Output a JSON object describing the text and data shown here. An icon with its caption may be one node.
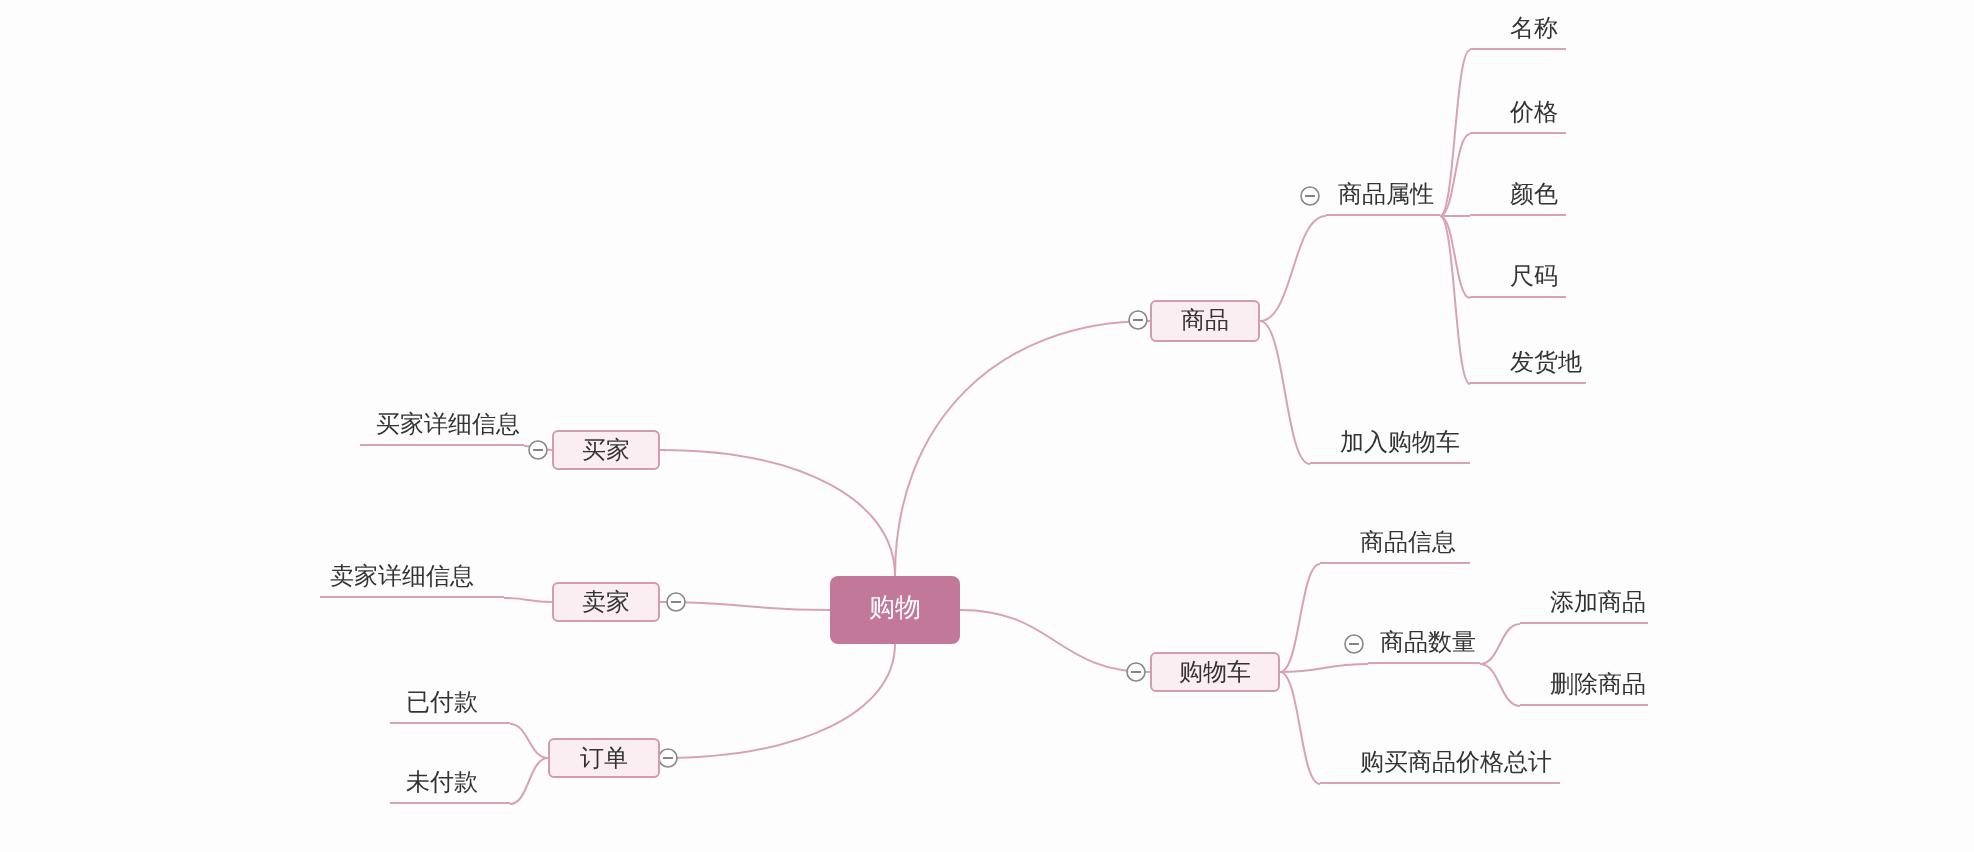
{
  "diagram": {
    "nodes": [
      {
        "text": [
          "购物"
        ]
      },
      {
        "text": [
          "商品"
        ]
      },
      {
        "text": [
          "商品属性"
        ]
      },
      {
        "text": [
          "名称"
        ]
      },
      {
        "text": [
          "价格"
        ]
      },
      {
        "text": [
          "颜色"
        ]
      },
      {
        "text": [
          "尺码"
        ]
      },
      {
        "text": [
          "发货地"
        ]
      },
      {
        "text": [
          "加入购物车"
        ]
      },
      {
        "text": [
          "购物车"
        ]
      },
      {
        "text": [
          "商品信息"
        ]
      },
      {
        "text": [
          "商品数量"
        ]
      },
      {
        "text": [
          "添加商品"
        ]
      },
      {
        "text": [
          "删除商品"
        ]
      },
      {
        "text": [
          "购买商品价格总计"
        ]
      },
      {
        "text": [
          "买家"
        ]
      },
      {
        "text": [
          "买家详细信息"
        ]
      },
      {
        "text": [
          "卖家"
        ]
      },
      {
        "text": [
          "卖家详细信息"
        ]
      },
      {
        "text": [
          "订单"
        ]
      },
      {
        "text": [
          "已付款"
        ]
      },
      {
        "text": [
          "未付款"
        ]
      }
    ],
    "edges": [
      {
        "from": 0,
        "to": 1,
        "arrow": "none"
      },
      {
        "from": 1,
        "to": 2,
        "arrow": "none"
      },
      {
        "from": 2,
        "to": 3,
        "arrow": "none"
      },
      {
        "from": 2,
        "to": 4,
        "arrow": "none"
      },
      {
        "from": 2,
        "to": 5,
        "arrow": "none"
      },
      {
        "from": 2,
        "to": 6,
        "arrow": "none"
      },
      {
        "from": 2,
        "to": 7,
        "arrow": "none"
      },
      {
        "from": 1,
        "to": 8,
        "arrow": "none"
      },
      {
        "from": 0,
        "to": 9,
        "arrow": "none"
      },
      {
        "from": 9,
        "to": 10,
        "arrow": "none"
      },
      {
        "from": 9,
        "to": 11,
        "arrow": "none"
      },
      {
        "from": 11,
        "to": 12,
        "arrow": "none"
      },
      {
        "from": 11,
        "to": 13,
        "arrow": "none"
      },
      {
        "from": 9,
        "to": 14,
        "arrow": "none"
      },
      {
        "from": 0,
        "to": 15,
        "arrow": "none"
      },
      {
        "from": 15,
        "to": 16,
        "arrow": "none"
      },
      {
        "from": 0,
        "to": 17,
        "arrow": "none"
      },
      {
        "from": 17,
        "to": 18,
        "arrow": "none"
      },
      {
        "from": 0,
        "to": 19,
        "arrow": "none"
      },
      {
        "from": 19,
        "to": 20,
        "arrow": "none"
      },
      {
        "from": 19,
        "to": 21,
        "arrow": "none"
      }
    ]
  }
}
